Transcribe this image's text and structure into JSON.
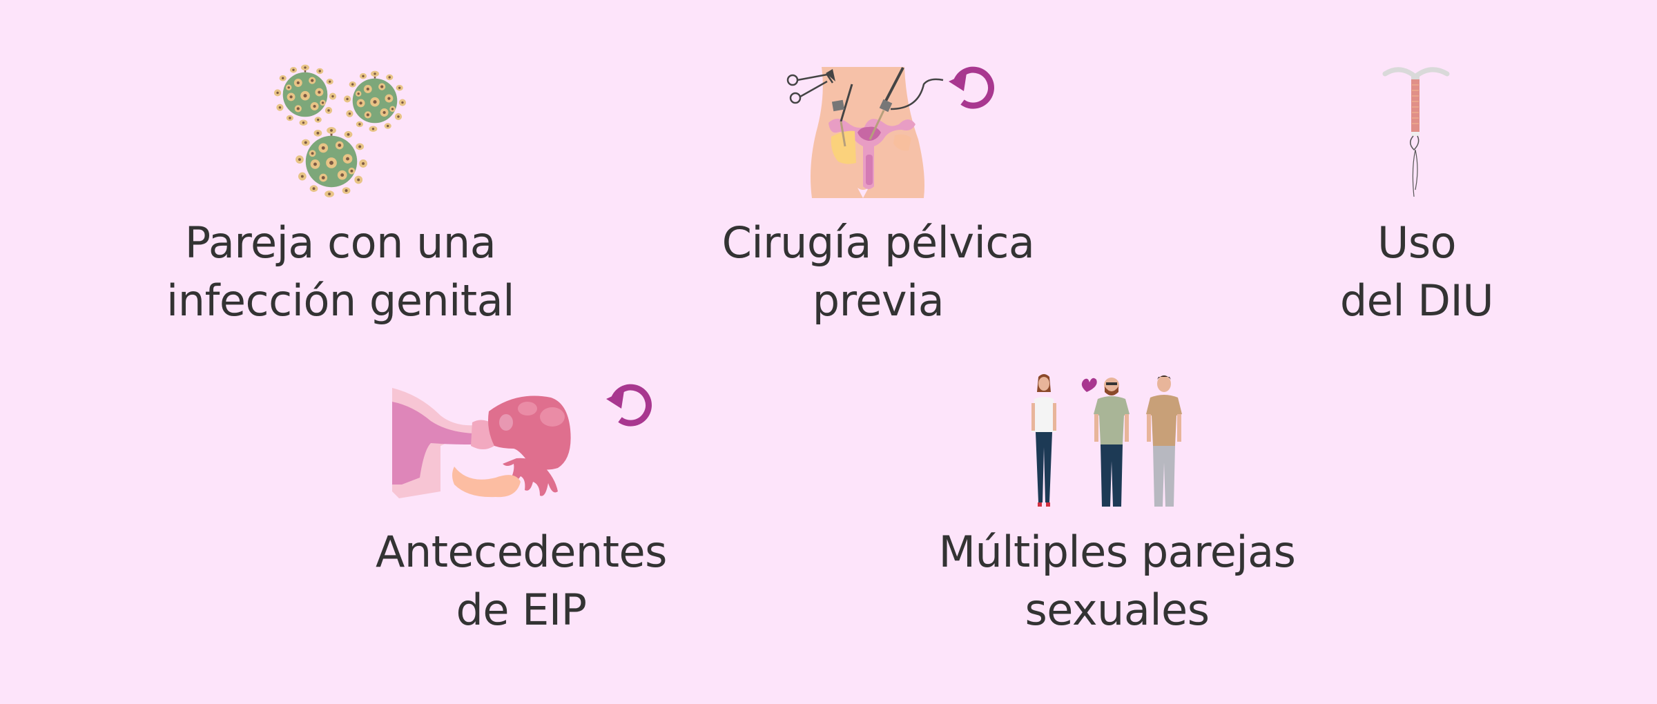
{
  "background_color": "#fde4fa",
  "text_color": "#333333",
  "accent_color": "#a8378f",
  "items": [
    {
      "id": "partner-infection",
      "icon": "virus-cluster-icon",
      "label_lines": [
        "Pareja con una",
        "infección genital"
      ]
    },
    {
      "id": "pelvic-surgery",
      "icon": "laparoscopic-surgery-icon",
      "badge_icon": "history-arrow-icon",
      "label_lines": [
        "Cirugía pélvica",
        "previa"
      ]
    },
    {
      "id": "iud-use",
      "icon": "iud-icon",
      "label_lines": [
        "Uso",
        "del DIU"
      ]
    },
    {
      "id": "pid-history",
      "icon": "inflamed-fallopian-tube-icon",
      "badge_icon": "history-arrow-icon",
      "label_lines": [
        "Antecedentes",
        "de EIP"
      ]
    },
    {
      "id": "multiple-partners",
      "icon": "people-group-icon",
      "badge_icon": "heart-icon",
      "label_lines": [
        "Múltiples parejas",
        "sexuales"
      ]
    }
  ]
}
